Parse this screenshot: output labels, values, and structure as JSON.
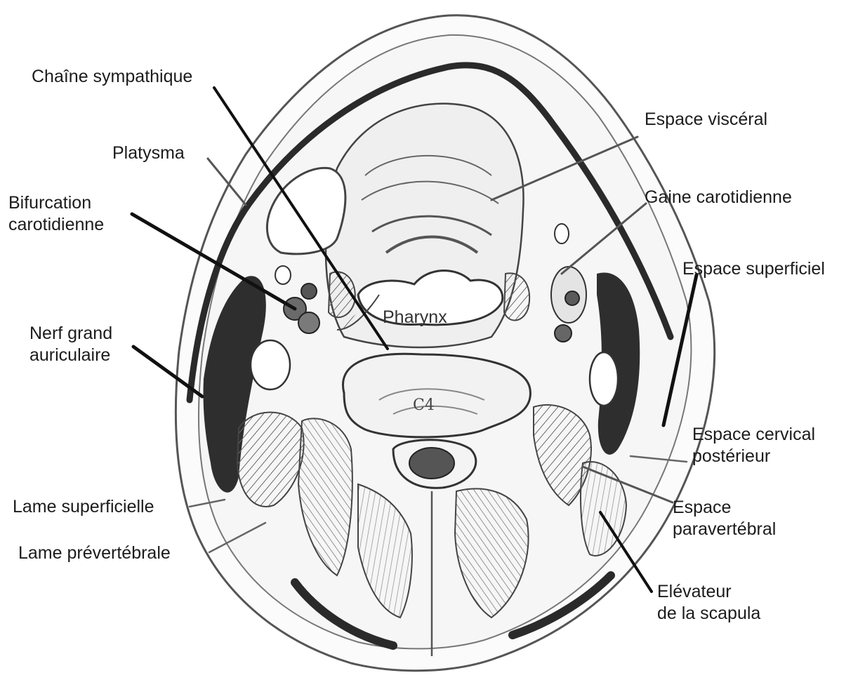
{
  "labels": {
    "chaine_sympathique": "Chaîne sympathique",
    "platysma": "Platysma",
    "bifurcation_line1": "Bifurcation",
    "bifurcation_line2": "carotidienne",
    "nerf_line1": "Nerf grand",
    "nerf_line2": "auriculaire",
    "lame_superficielle": "Lame superficielle",
    "lame_prevertebrale": "Lame prévertébrale",
    "espace_visceral": "Espace viscéral",
    "gaine_carotidienne": "Gaine carotidienne",
    "espace_superficiel": "Espace superficiel",
    "espace_cervical_line1": "Espace cervical",
    "espace_cervical_line2": "postérieur",
    "espace_paravertebral_line1": "Espace",
    "espace_paravertebral_line2": "paravertébral",
    "elevateur_line1": "Elévateur",
    "elevateur_line2": "de la scapula",
    "pharynx": "Pharynx",
    "vertebra": "C4"
  }
}
